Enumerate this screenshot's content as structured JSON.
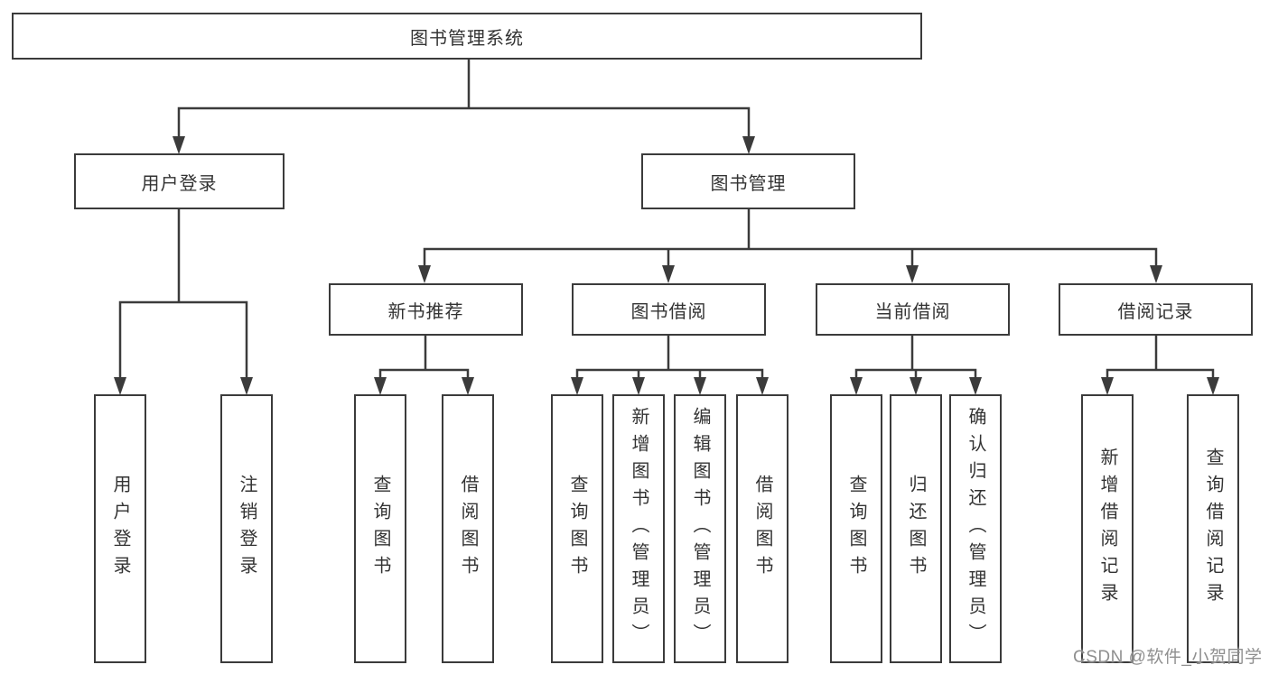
{
  "diagram_title": "图书管理系统",
  "colors": {
    "line": "#3b3b3b",
    "text": "#333333",
    "background": "#ffffff",
    "watermark": "#8f8f8f"
  },
  "watermark": {
    "text": "CSDN @软件_小贺同学"
  },
  "tree": {
    "root": {
      "label": "图书管理系统"
    },
    "level2": [
      {
        "label": "用户登录"
      },
      {
        "label": "图书管理"
      }
    ],
    "level3": [
      {
        "label": "新书推荐"
      },
      {
        "label": "图书借阅"
      },
      {
        "label": "当前借阅"
      },
      {
        "label": "借阅记录"
      }
    ],
    "leaves": {
      "user_login": [
        "用户登录",
        "注销登录"
      ],
      "new_book_recommend": [
        "查询图书",
        "借阅图书"
      ],
      "book_borrow": [
        "查询图书",
        "新增图书（管理员）",
        "编辑图书（管理员）",
        "借阅图书"
      ],
      "current_borrow": [
        "查询图书",
        "归还图书",
        "确认归还（管理员）"
      ],
      "borrow_records": [
        "新增借阅记录",
        "查询借阅记录"
      ]
    }
  }
}
